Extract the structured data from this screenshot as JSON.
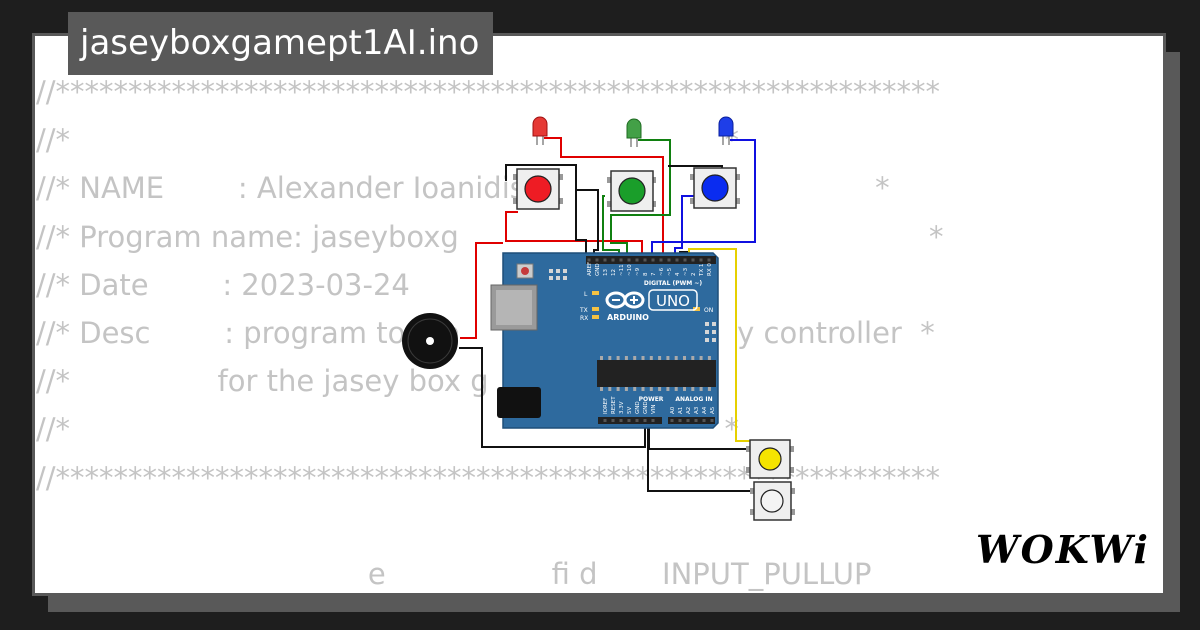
{
  "file": {
    "name": "jaseyboxgamept1AI.ino"
  },
  "code": {
    "lines": [
      "//*************************************************************",
      "//*                                                                       *",
      "//* NAME        : Alexander Ioanidis                                      *",
      "//* Program name: jaseyboxg                                                   *",
      "//* Date        : 2023-03-24",
      "//* Desc        : program to ma                              y controller  *",
      "//*                for the jasey box g                       *",
      "//*                                                                       *",
      "//*************************************************************",
      "",
      "                                    e                  fi d       INPUT_PULLUP"
    ]
  },
  "board": {
    "brand": "ARDUINO",
    "model": "UNO",
    "digital_label": "DIGITAL (PWM ~)",
    "power_label": "POWER",
    "analog_label": "ANALOG IN",
    "on_label": "ON",
    "l_label": "L",
    "tx_label": "TX",
    "rx_label": "RX",
    "digital_pins": [
      "AREF",
      "GND",
      "13",
      "12",
      "~11",
      "~10",
      "~9",
      "8",
      "7",
      "~6",
      "~5",
      "4",
      "~3",
      "2",
      "TX 1",
      "RX 0"
    ],
    "power_pins": [
      "IOREF",
      "RESET",
      "3.3V",
      "5V",
      "GND",
      "GND",
      "VIN"
    ],
    "analog_pins": [
      "A0",
      "A1",
      "A2",
      "A3",
      "A4",
      "A5"
    ]
  },
  "components": {
    "leds": [
      {
        "name": "red-led",
        "color": "#e53935"
      },
      {
        "name": "green-led",
        "color": "#43a047"
      },
      {
        "name": "blue-led",
        "color": "#1e3ee8"
      }
    ],
    "buttons": [
      {
        "name": "red-button",
        "color": "#ee1c24"
      },
      {
        "name": "green-button",
        "color": "#1a9e2a"
      },
      {
        "name": "blue-button",
        "color": "#0a2cf0"
      },
      {
        "name": "yellow-button",
        "color": "#f5e400"
      },
      {
        "name": "white-button",
        "color": "#f4f4f4"
      }
    ],
    "buzzer": {
      "name": "buzzer",
      "color": "#111111"
    }
  },
  "branding": {
    "logo": "WOKWi"
  },
  "colors": {
    "background": "#1e1e1e",
    "frame_border": "#595959",
    "board_blue": "#2e6a9e",
    "code_text": "#c4c4c4",
    "wire_red": "#e00000",
    "wire_green": "#108010",
    "wire_blue": "#1010e0",
    "wire_yellow": "#e6d000",
    "wire_black": "#111111"
  }
}
